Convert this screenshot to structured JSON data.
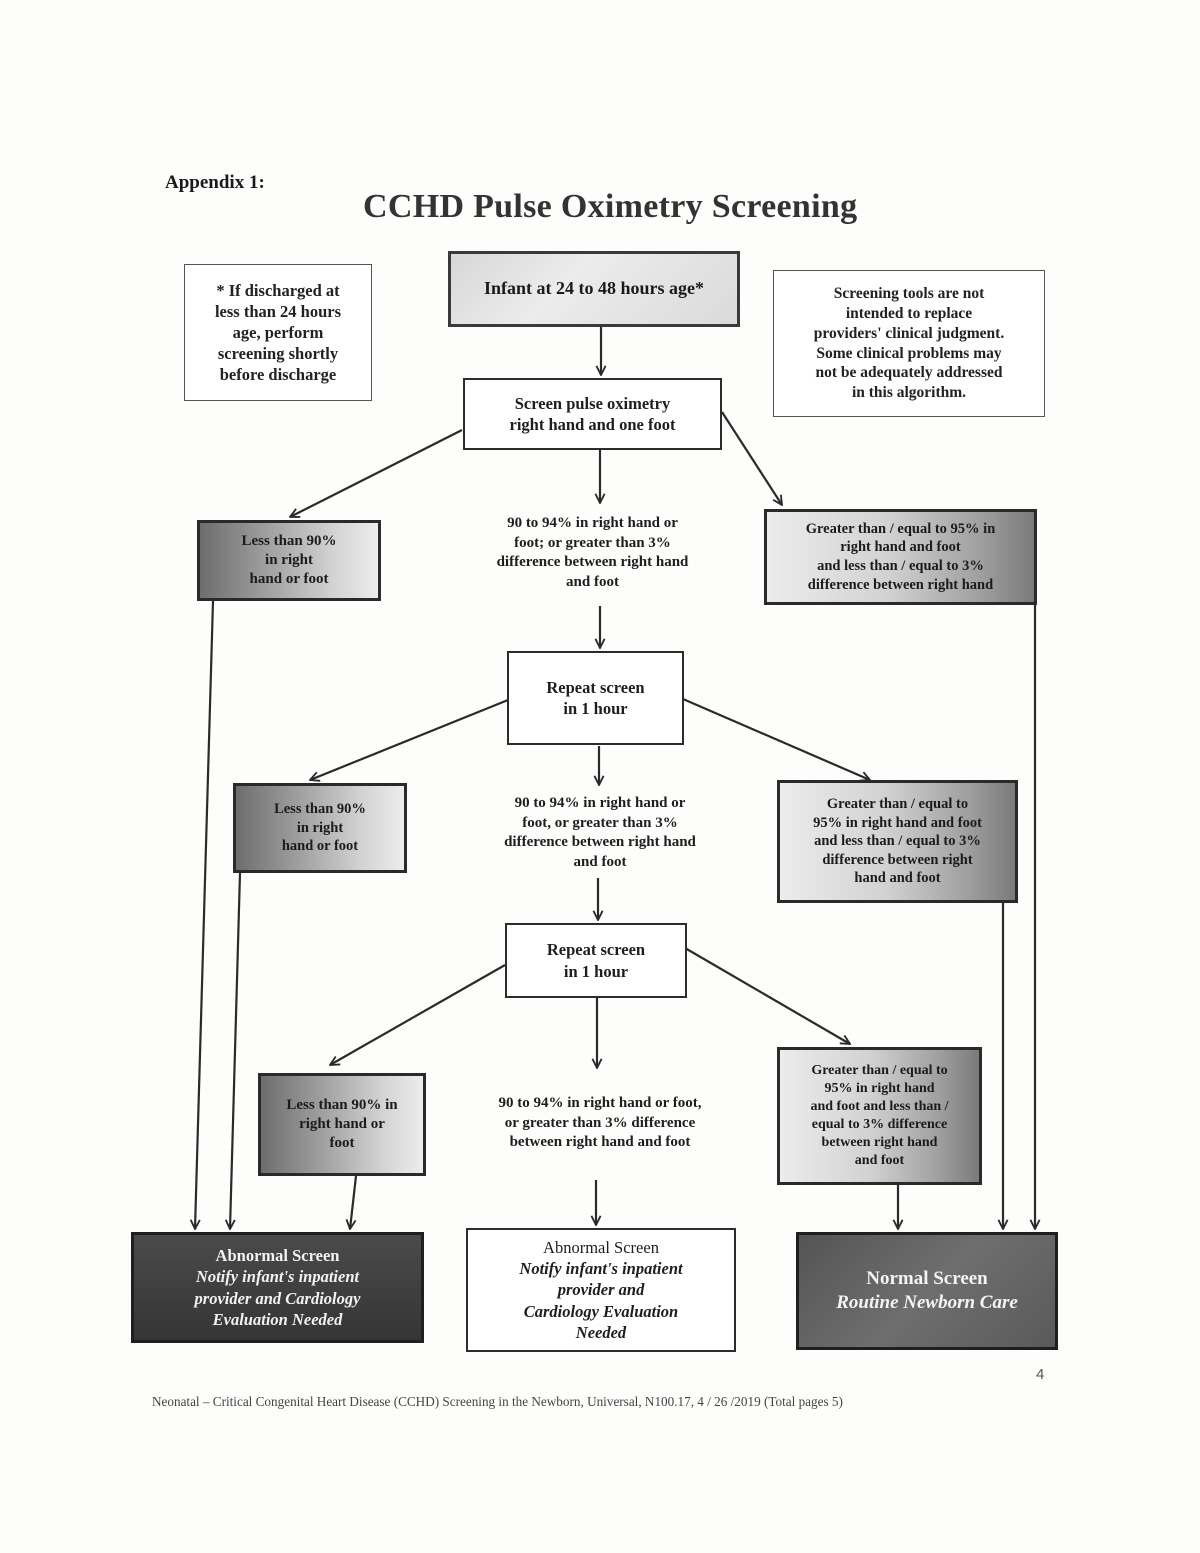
{
  "header": {
    "appendix_label": "Appendix 1:",
    "title": "CCHD Pulse Oximetry Screening"
  },
  "notes": {
    "discharge": "* If discharged at\nless than 24 hours\nage, perform\nscreening shortly\nbefore discharge",
    "disclaimer": "Screening tools are not\nintended to replace\nproviders' clinical judgment.\nSome clinical problems may\nnot be adequately addressed\nin this algorithm."
  },
  "flow": {
    "start": "Infant at 24 to 48 hours age*",
    "screen": "Screen pulse oximetry\nright hand and one foot",
    "round1": {
      "less": "Less than 90%\nin right\nhand or foot",
      "middle": "90 to 94% in right hand or\nfoot; or greater than 3%\ndifference between right hand\nand foot",
      "greater": "Greater than / equal to 95% in\nright hand and foot\nand less than / equal to 3%\ndifference between right hand"
    },
    "repeat1": "Repeat screen\nin 1 hour",
    "round2": {
      "less": "Less than 90%\nin right\nhand or foot",
      "middle": "90 to 94% in right hand or\nfoot, or greater than 3%\ndifference between right hand\nand foot",
      "greater": "Greater than / equal to\n95% in right hand and foot\nand less than / equal to 3%\ndifference between right\nhand and foot"
    },
    "repeat2": "Repeat screen\nin 1 hour",
    "round3": {
      "less": "Less than 90% in\nright hand or\nfoot",
      "middle": "90 to 94% in right hand or foot,\nor greater than 3% difference\nbetween right hand and foot",
      "greater": "Greater than / equal to\n95% in right hand\nand foot and less than /\nequal to 3% difference\nbetween right hand\nand foot"
    },
    "outcomes": {
      "abnormal_left": {
        "heading": "Abnormal Screen",
        "line1": "Notify infant's inpatient",
        "line2": "provider and Cardiology",
        "line3": "Evaluation Needed"
      },
      "abnormal_middle": {
        "heading": "Abnormal Screen",
        "line1": "Notify infant's inpatient",
        "line2": "provider and",
        "line3": "Cardiology Evaluation",
        "line4": "Needed"
      },
      "normal": {
        "heading": "Normal Screen",
        "line1": "Routine Newborn Care"
      }
    }
  },
  "footer": {
    "page_number": "4",
    "citation": "Neonatal – Critical Congenital Heart Disease (CCHD) Screening in the Newborn, Universal, N100.17, 4 / 26 /2019 (Total pages 5)"
  }
}
